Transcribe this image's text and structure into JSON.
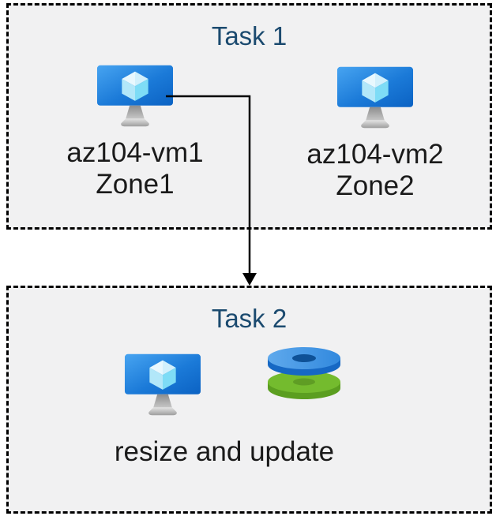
{
  "page": {
    "background_color": "#ffffff",
    "box_background_color": "#f1f1f2",
    "box_border_color": "#000000",
    "title_color": "#1b4a6f",
    "label_color": "#1a1a1a",
    "vm_screen_blue": "#1473d2",
    "disk_blue": "#4495e5",
    "disk_green": "#74bb2e"
  },
  "task1": {
    "title": "Task 1",
    "vms": [
      {
        "name": "az104-vm1",
        "zone": "Zone1",
        "icon": "azure-vm-icon"
      },
      {
        "name": "az104-vm2",
        "zone": "Zone2",
        "icon": "azure-vm-icon"
      }
    ]
  },
  "connector": {
    "style": "elbow-arrow"
  },
  "task2": {
    "title": "Task 2",
    "caption": "resize and update",
    "icons": [
      "azure-vm-icon",
      "azure-disks-icon"
    ]
  }
}
